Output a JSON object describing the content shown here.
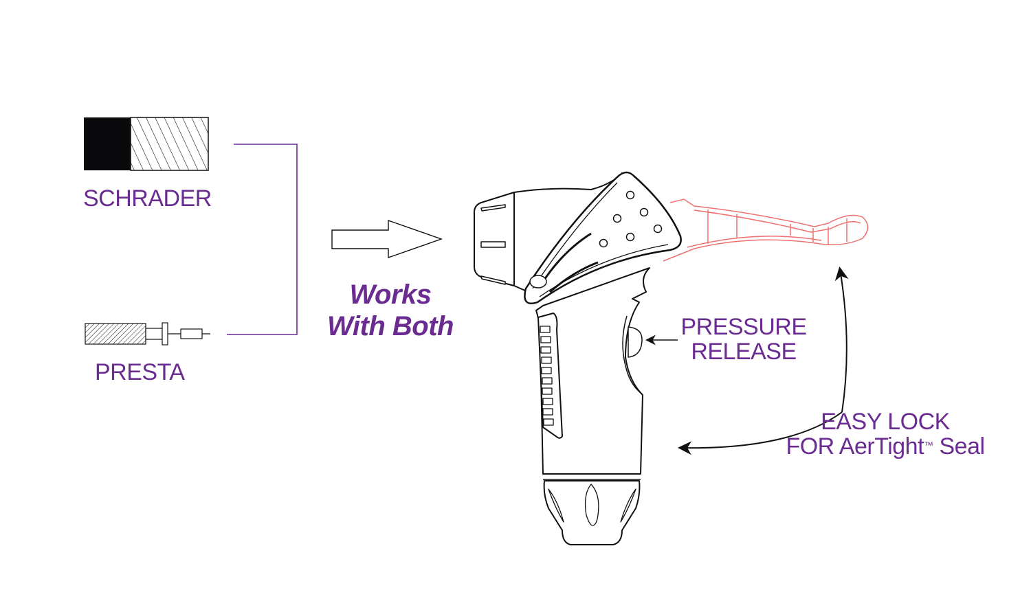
{
  "labels": {
    "schrader": "SCHRADER",
    "presta": "PRESTA",
    "works_with_both_line1": "Works",
    "works_with_both_line2": "With Both",
    "pressure_release_line1": "PRESSURE",
    "pressure_release_line2": "RELEASE",
    "easy_lock_line1": "EASY LOCK",
    "easy_lock_line2": "FOR AerTight",
    "easy_lock_tm": "™",
    "easy_lock_line2_end": " Seal"
  },
  "colors": {
    "accent_purple": "#6a2c91",
    "lever_red": "#f07070",
    "line_black": "#111111"
  }
}
